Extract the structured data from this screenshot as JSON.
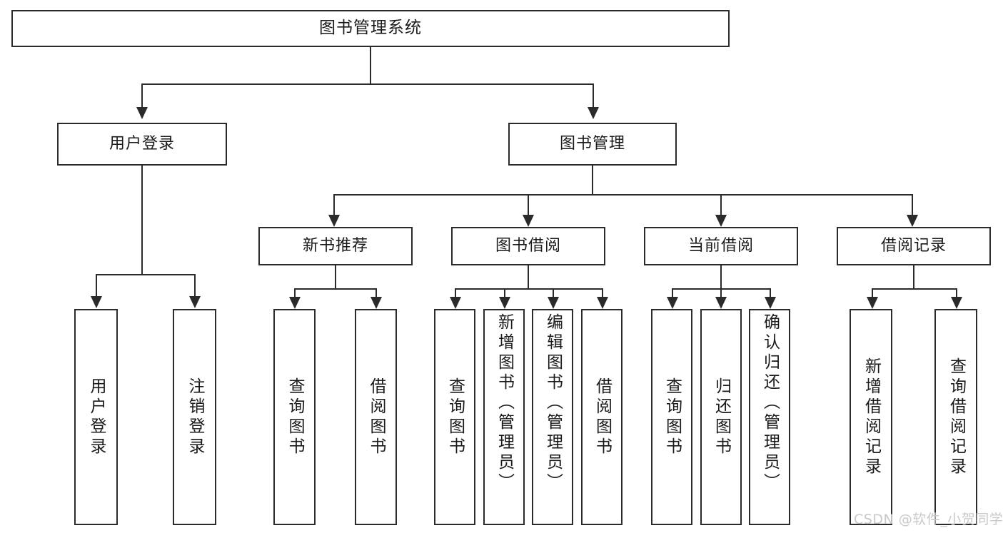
{
  "diagram": {
    "type": "tree-hierarchy",
    "title": "图书管理系统",
    "root": {
      "id": "root",
      "label": "图书管理系统"
    },
    "level2": [
      {
        "id": "user-login",
        "label": "用户登录"
      },
      {
        "id": "book-manage",
        "label": "图书管理"
      }
    ],
    "level3": [
      {
        "id": "new-book-recommend",
        "label": "新书推荐"
      },
      {
        "id": "book-borrow",
        "label": "图书借阅"
      },
      {
        "id": "current-borrow",
        "label": "当前借阅"
      },
      {
        "id": "borrow-record",
        "label": "借阅记录"
      }
    ],
    "leaves": {
      "user_login": [
        {
          "id": "leaf-user-login",
          "label": "用户登录"
        },
        {
          "id": "leaf-user-logout",
          "label": "注销登录"
        }
      ],
      "new_book_recommend": [
        {
          "id": "leaf-query-book-1",
          "label": "查询图书"
        },
        {
          "id": "leaf-borrow-book-1",
          "label": "借阅图书"
        }
      ],
      "book_borrow": [
        {
          "id": "leaf-query-book-2",
          "label": "查询图书"
        },
        {
          "id": "leaf-add-book",
          "label": "新增图书（管理员）"
        },
        {
          "id": "leaf-edit-book",
          "label": "编辑图书（管理员）"
        },
        {
          "id": "leaf-borrow-book-2",
          "label": "借阅图书"
        }
      ],
      "current_borrow": [
        {
          "id": "leaf-query-book-3",
          "label": "查询图书"
        },
        {
          "id": "leaf-return-book",
          "label": "归还图书"
        },
        {
          "id": "leaf-confirm-return",
          "label": "确认归还（管理员）"
        }
      ],
      "borrow_record": [
        {
          "id": "leaf-add-record",
          "label": "新增借阅记录"
        },
        {
          "id": "leaf-query-record",
          "label": "查询借阅记录"
        }
      ]
    }
  },
  "watermark": {
    "text": "CSDN @软件_小贺同学"
  },
  "colors": {
    "stroke": "#2b2b2b",
    "background": "#ffffff",
    "text": "#1a1a1a",
    "watermark": "#c9c9c9"
  }
}
